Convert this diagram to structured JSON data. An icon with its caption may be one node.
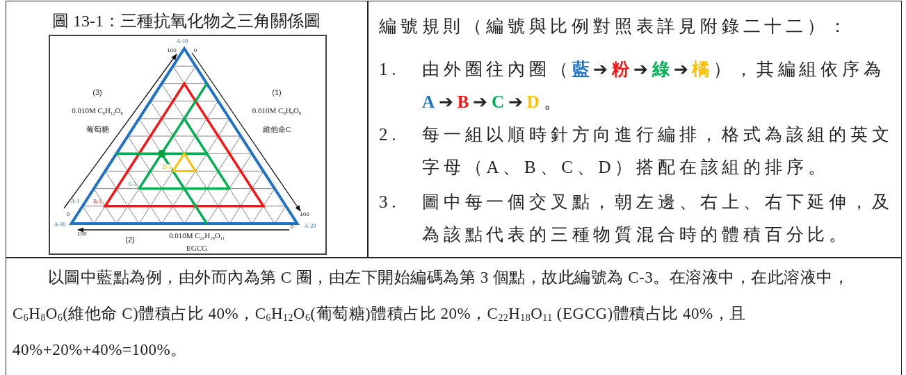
{
  "diagram": {
    "title": "圖 13-1：三種抗氧化物之三角關係圖",
    "labels": [
      "A-10",
      "100",
      "0",
      "(3)",
      "0.010M C$_{6}$H$_{12}$O$_{6}$",
      "葡萄糖",
      "(1)",
      "0.010M C$_{6}$H$_{8}$O$_{6}$",
      "維他命C",
      "D-1",
      "C-1",
      "A-1",
      "B-1",
      "0",
      "100",
      "A-30",
      "100",
      "0",
      "A-20",
      "(2)",
      "0.010M C$_{22}$H$_{18}$O$_{11}$",
      "EGCG",
      "編號規則（編號與比例對照表詳見附錄二十二）：",
      "1.",
      "由外圈往內圈（**藍**➔**粉**➔**綠**➔**橘**），其編組依序為 **A**➔**B**➔**C**➔**D**。",
      "2.",
      "每一組以順時針方向進行編排，格式為該組的英文字母（A、B、C、D）搭配在該組的排序。",
      "3.",
      "圖中每一個交叉點，朝左邊、右上、右下延伸，及為該點代表的三種物質混合時的體積百分比。",
      "以圖中藍點為例，由外而內為第 C 圈，由左下開始編碼為第 3 個點，故此編號為 C-3。在溶液中，在此溶液中，C$_{6}$H$_{8}$O$_{6}$(維他命 C)體積占比 40%，C$_{6}$H$_{12}$O$_{6}$(葡萄糖)體積占比 20%，C$_{22}$H$_{18}$O$_{11}$ (EGCG)體積占比 40%，且 40%+20%+40%=100%。"
    ]
  }
}
